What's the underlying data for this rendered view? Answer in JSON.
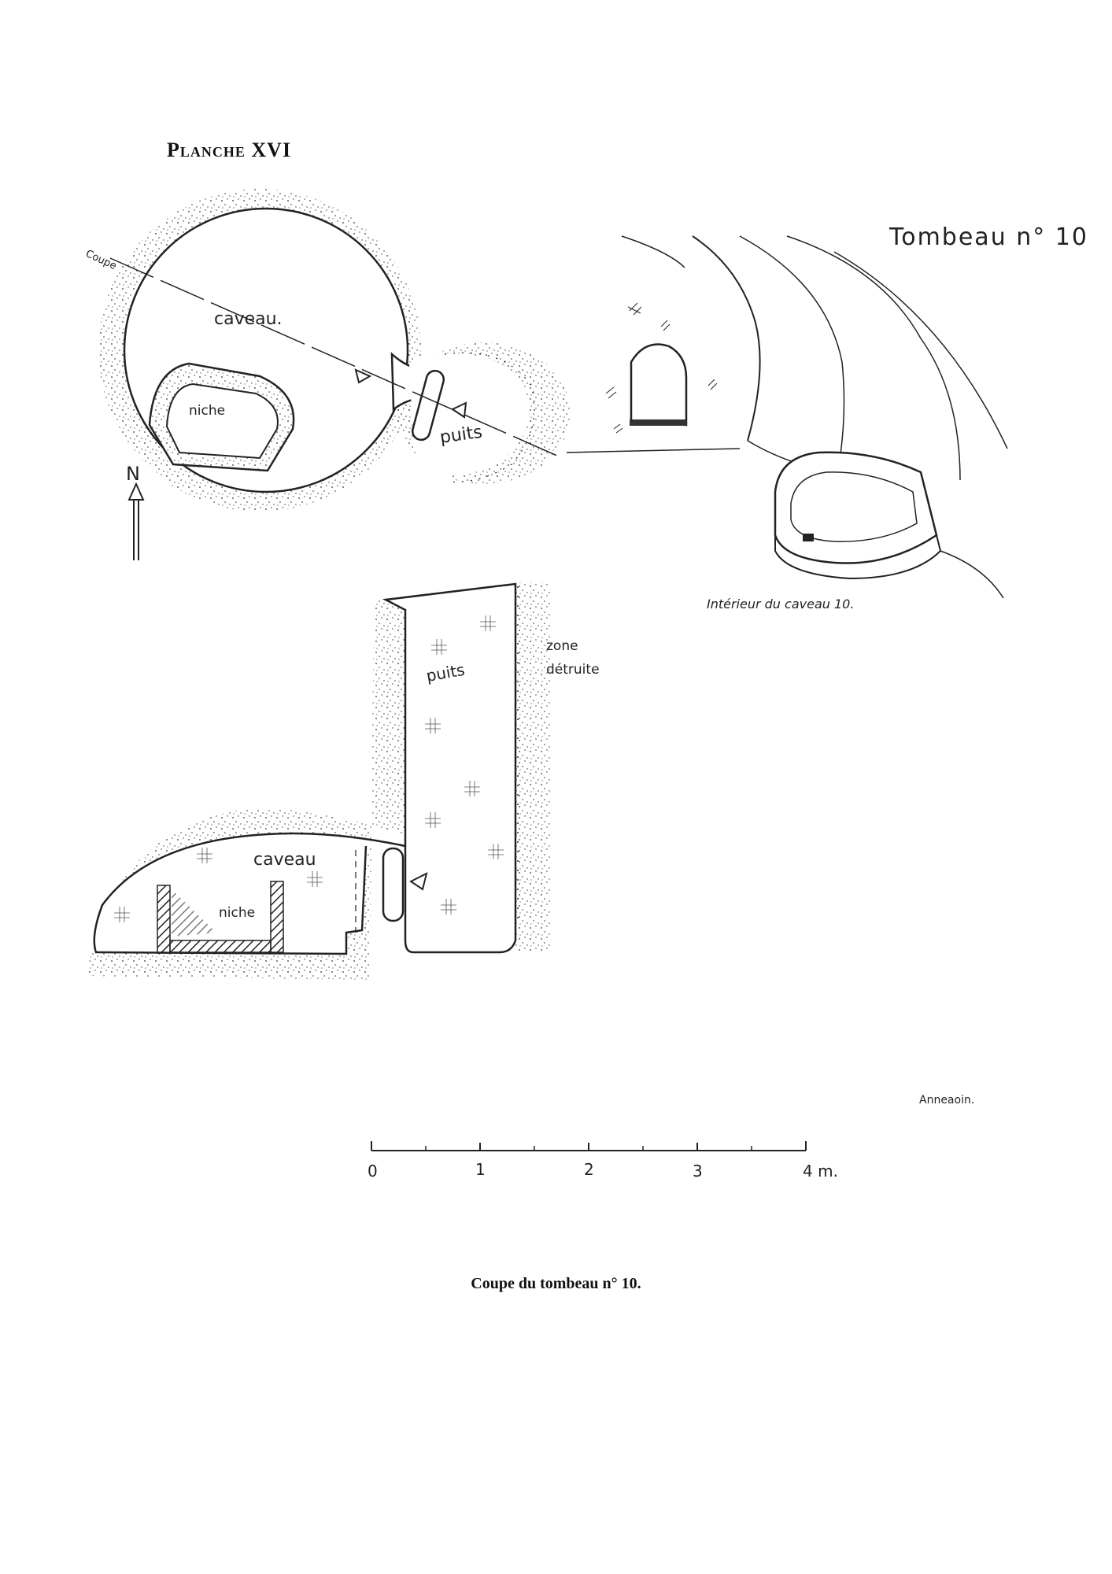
{
  "plate": {
    "title": "Planche XVI",
    "tomb_title": "Tombeau n° 10",
    "caption": "Coupe du tombeau n° 10.",
    "author_signature": "Anneaoin."
  },
  "plan": {
    "section_line_label": "Coupe",
    "chamber_label": "caveau.",
    "niche_label": "niche",
    "shaft_label": "puits",
    "north_label": "N"
  },
  "interior_view": {
    "caption": "Intérieur du caveau 10."
  },
  "section": {
    "shaft_label": "puits",
    "destroyed_zone_label_1": "zone",
    "destroyed_zone_label_2": "détruite",
    "chamber_label": "caveau",
    "niche_label": "niche"
  },
  "scale_bar": {
    "tick_labels": [
      "0",
      "1",
      "2",
      "3",
      "4 m."
    ]
  },
  "colors": {
    "ink": "#222222",
    "paper": "#ffffff"
  }
}
